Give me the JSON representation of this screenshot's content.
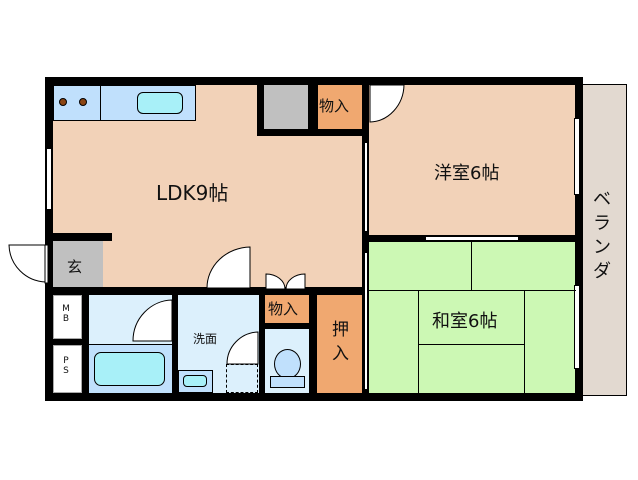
{
  "floor_plan": {
    "rooms": {
      "ldk": {
        "label": "LDK9帖",
        "color": "#f2d2b8"
      },
      "western": {
        "label": "洋室6帖",
        "color": "#f2d2b8"
      },
      "japanese": {
        "label": "和室6帖",
        "color": "#ccf8b4"
      },
      "balcony": {
        "label": "ベランダ",
        "color": "#e2d9d0"
      },
      "entrance": {
        "label": "玄",
        "color": "#c0c0c0"
      },
      "storage_top": {
        "label": "物入",
        "color": "#f0a870"
      },
      "storage_mid": {
        "label": "物入",
        "color": "#f0a870"
      },
      "closet": {
        "label": "押入",
        "color": "#f0a870"
      },
      "washroom": {
        "label": "洗面",
        "color": "#dcf0fc"
      },
      "mb": {
        "label": "MB"
      },
      "ps": {
        "label": "PS"
      }
    },
    "colors": {
      "wall": "#000000",
      "kitchen_counter": "#c0e0fc",
      "sink": "#a8f0f8",
      "stove_burner": "#8b4513",
      "bath": "#c0e0fc",
      "toilet": "#c0e0fc",
      "gray_box": "#c0c0c0"
    }
  }
}
